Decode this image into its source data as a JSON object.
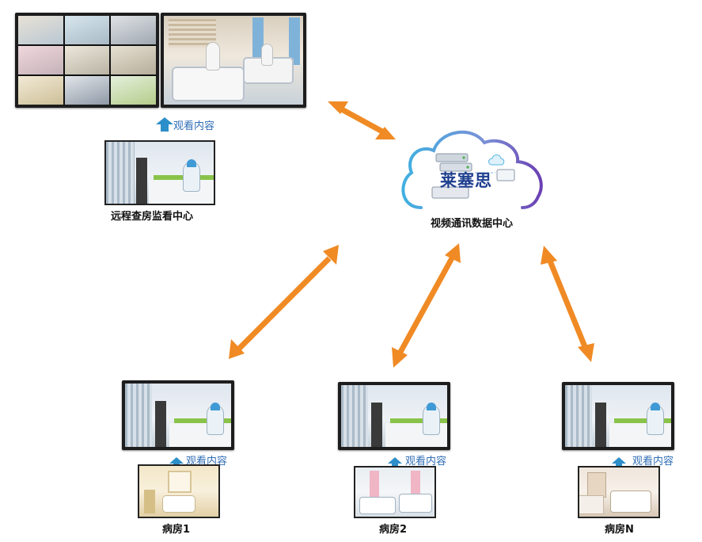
{
  "watch_label": "观看内容",
  "monitor_center": {
    "label": "远程查房监看中心"
  },
  "data_center": {
    "label": "视频通讯数据中心",
    "brand": "莱塞思"
  },
  "wards": [
    {
      "label": "病房1"
    },
    {
      "label": "病房2"
    },
    {
      "label": "病房N"
    }
  ],
  "colors": {
    "arrow": "#f08a24",
    "blue_arrow": "#2d8fc9",
    "cloud": "#57b7e3",
    "brand_text": "#1f3f8f"
  }
}
